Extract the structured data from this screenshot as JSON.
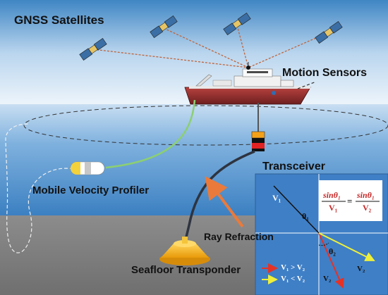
{
  "labels": {
    "satellites": "GNSS Satellites",
    "motion_sensors": "Motion Sensors",
    "transceiver": "Transceiver",
    "profiler": "Mobile Velocity Profiler",
    "ray_refraction": "Ray Refraction",
    "transponder": "Seafloor Transponder"
  },
  "inset": {
    "v1": "V₁",
    "v2_lower": "V₂",
    "v2_right": "V₂",
    "theta1": "θ₁",
    "theta2": "θ₂",
    "snell_num_left": "sinθ₁",
    "snell_den_left": "V₁",
    "snell_eq": "=",
    "snell_num_right": "sinθ₁",
    "snell_den_right": "V₂",
    "legend_red": "V₁ > V₂",
    "legend_yellow": "V₁ < V₂"
  },
  "colors": {
    "sky_top": "#3f86c4",
    "sea": "#3f86c4",
    "seafloor": "#7d7d7d",
    "satellite_links": "#c0643a",
    "profiler_cable": "#8ccf72",
    "ray_arrow": "#ea7a3b",
    "refraction_red": "#e53226",
    "refraction_yellow": "#eef03a",
    "transponder": "#ffb919"
  },
  "icons": [
    "satellite-icon",
    "ship-icon",
    "motion-sensor-icon",
    "transceiver-icon",
    "velocity-profiler-icon",
    "transponder-icon"
  ]
}
